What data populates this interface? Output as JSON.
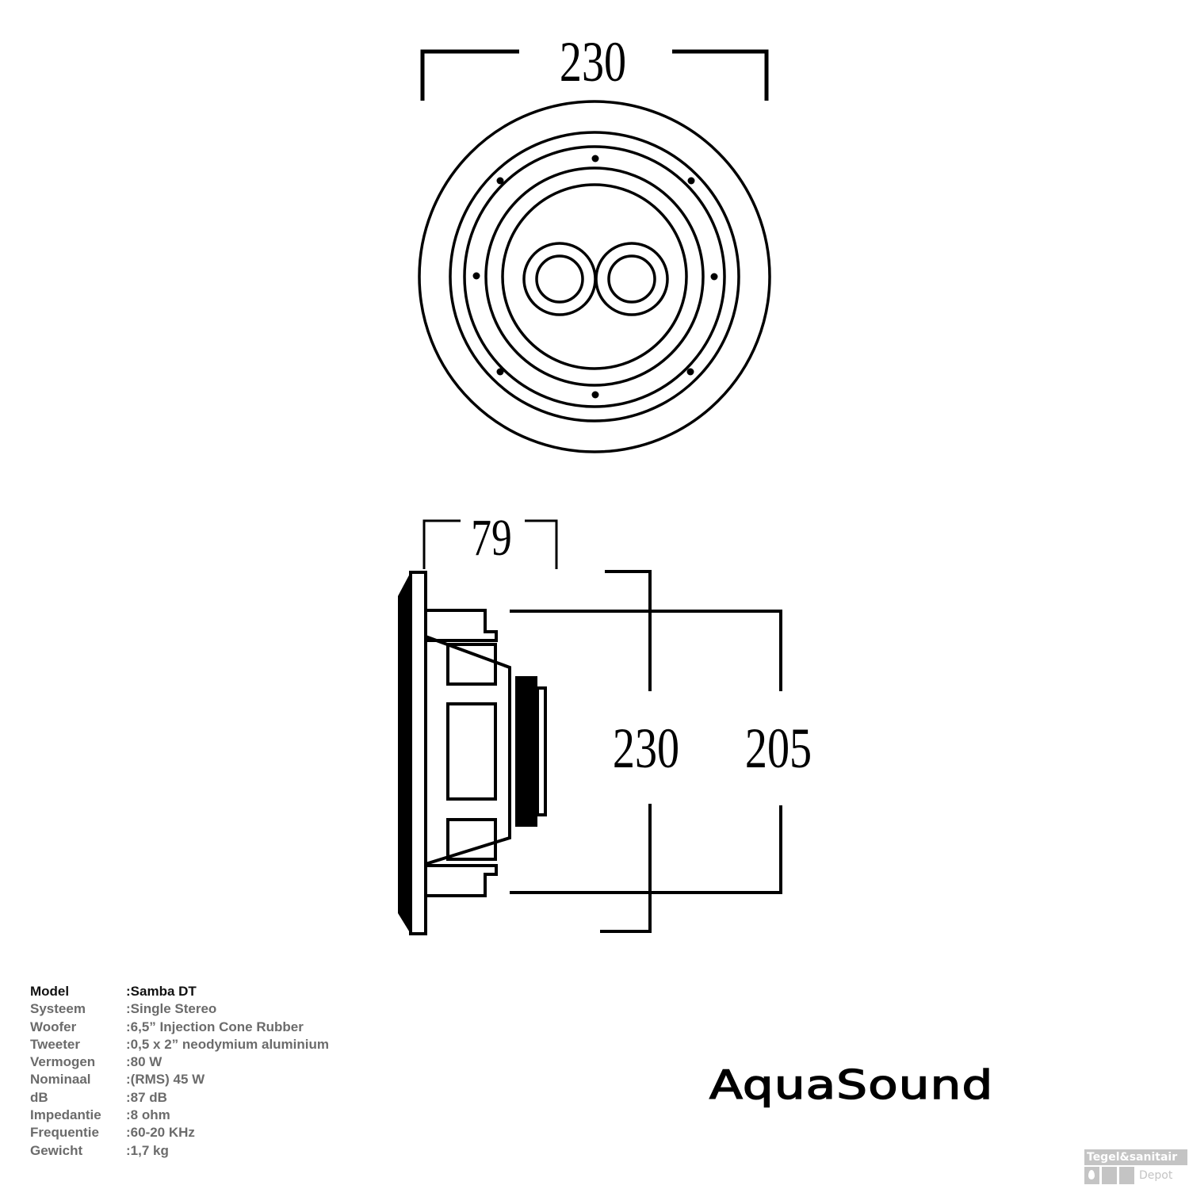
{
  "drawing": {
    "front_view": {
      "dimension_width": "230",
      "screws": 8,
      "tweeters": 2
    },
    "side_view": {
      "dimension_depth": "79",
      "dimension_outer_diameter": "230",
      "dimension_cutout": "205"
    }
  },
  "specs": {
    "rows": [
      {
        "label": "Model",
        "value": ":Samba DT"
      },
      {
        "label": "Systeem",
        "value": ":Single Stereo"
      },
      {
        "label": "Woofer",
        "value": ":6,5” Injection Cone Rubber"
      },
      {
        "label": "Tweeter",
        "value": ":0,5 x 2” neodymium aluminium"
      },
      {
        "label": "Vermogen",
        "value": ":80 W"
      },
      {
        "label": "Nominaal",
        "value": ":(RMS) 45 W"
      },
      {
        "label": "dB",
        "value": ":87 dB"
      },
      {
        "label": "Impedantie",
        "value": ":8 ohm"
      },
      {
        "label": "Frequentie",
        "value": ":60-20 KHz"
      },
      {
        "label": "Gewicht",
        "value": ":1,7 kg"
      }
    ]
  },
  "brand": {
    "logo_text": "AquaSound"
  },
  "watermark": {
    "line1": "Tegel&sanitair",
    "line2": "Depot",
    "color": "#c4c4c4"
  }
}
